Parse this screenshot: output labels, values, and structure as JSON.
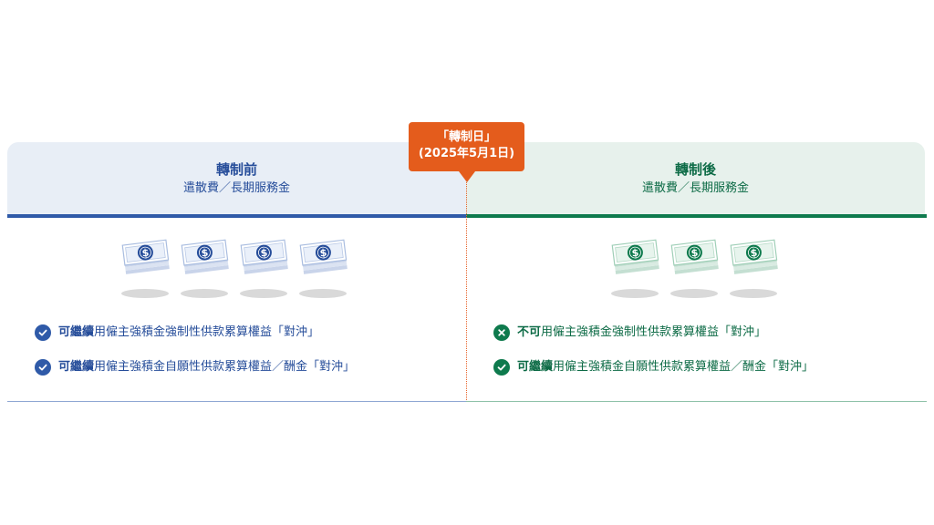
{
  "callout": {
    "title": "「轉制日」",
    "date": "(2025年5月1日)",
    "color": "#e45c1c"
  },
  "before": {
    "title": "轉制前",
    "subtitle": "遣散費／長期服務金",
    "accent": "#2f5aa8",
    "money_icon": "dollar-bill-stack-icon",
    "money_stacks": 4,
    "items": [
      {
        "icon": "check-icon",
        "strong": "可繼續",
        "text": "用僱主強積金強制性供款累算權益「對沖」"
      },
      {
        "icon": "check-icon",
        "strong": "可繼續",
        "text": "用僱主強積金自願性供款累算權益／酬金「對沖」"
      }
    ]
  },
  "after": {
    "title": "轉制後",
    "subtitle": "遣散費／長期服務金",
    "accent": "#0e7a4d",
    "money_icon": "dollar-bill-stack-icon",
    "money_stacks": 3,
    "items": [
      {
        "icon": "cross-icon",
        "strong": "不可",
        "text": "用僱主強積金強制性供款累算權益「對沖」"
      },
      {
        "icon": "check-icon",
        "strong": "可繼續",
        "text": "用僱主強積金自願性供款累算權益／酬金「對沖」"
      }
    ]
  }
}
